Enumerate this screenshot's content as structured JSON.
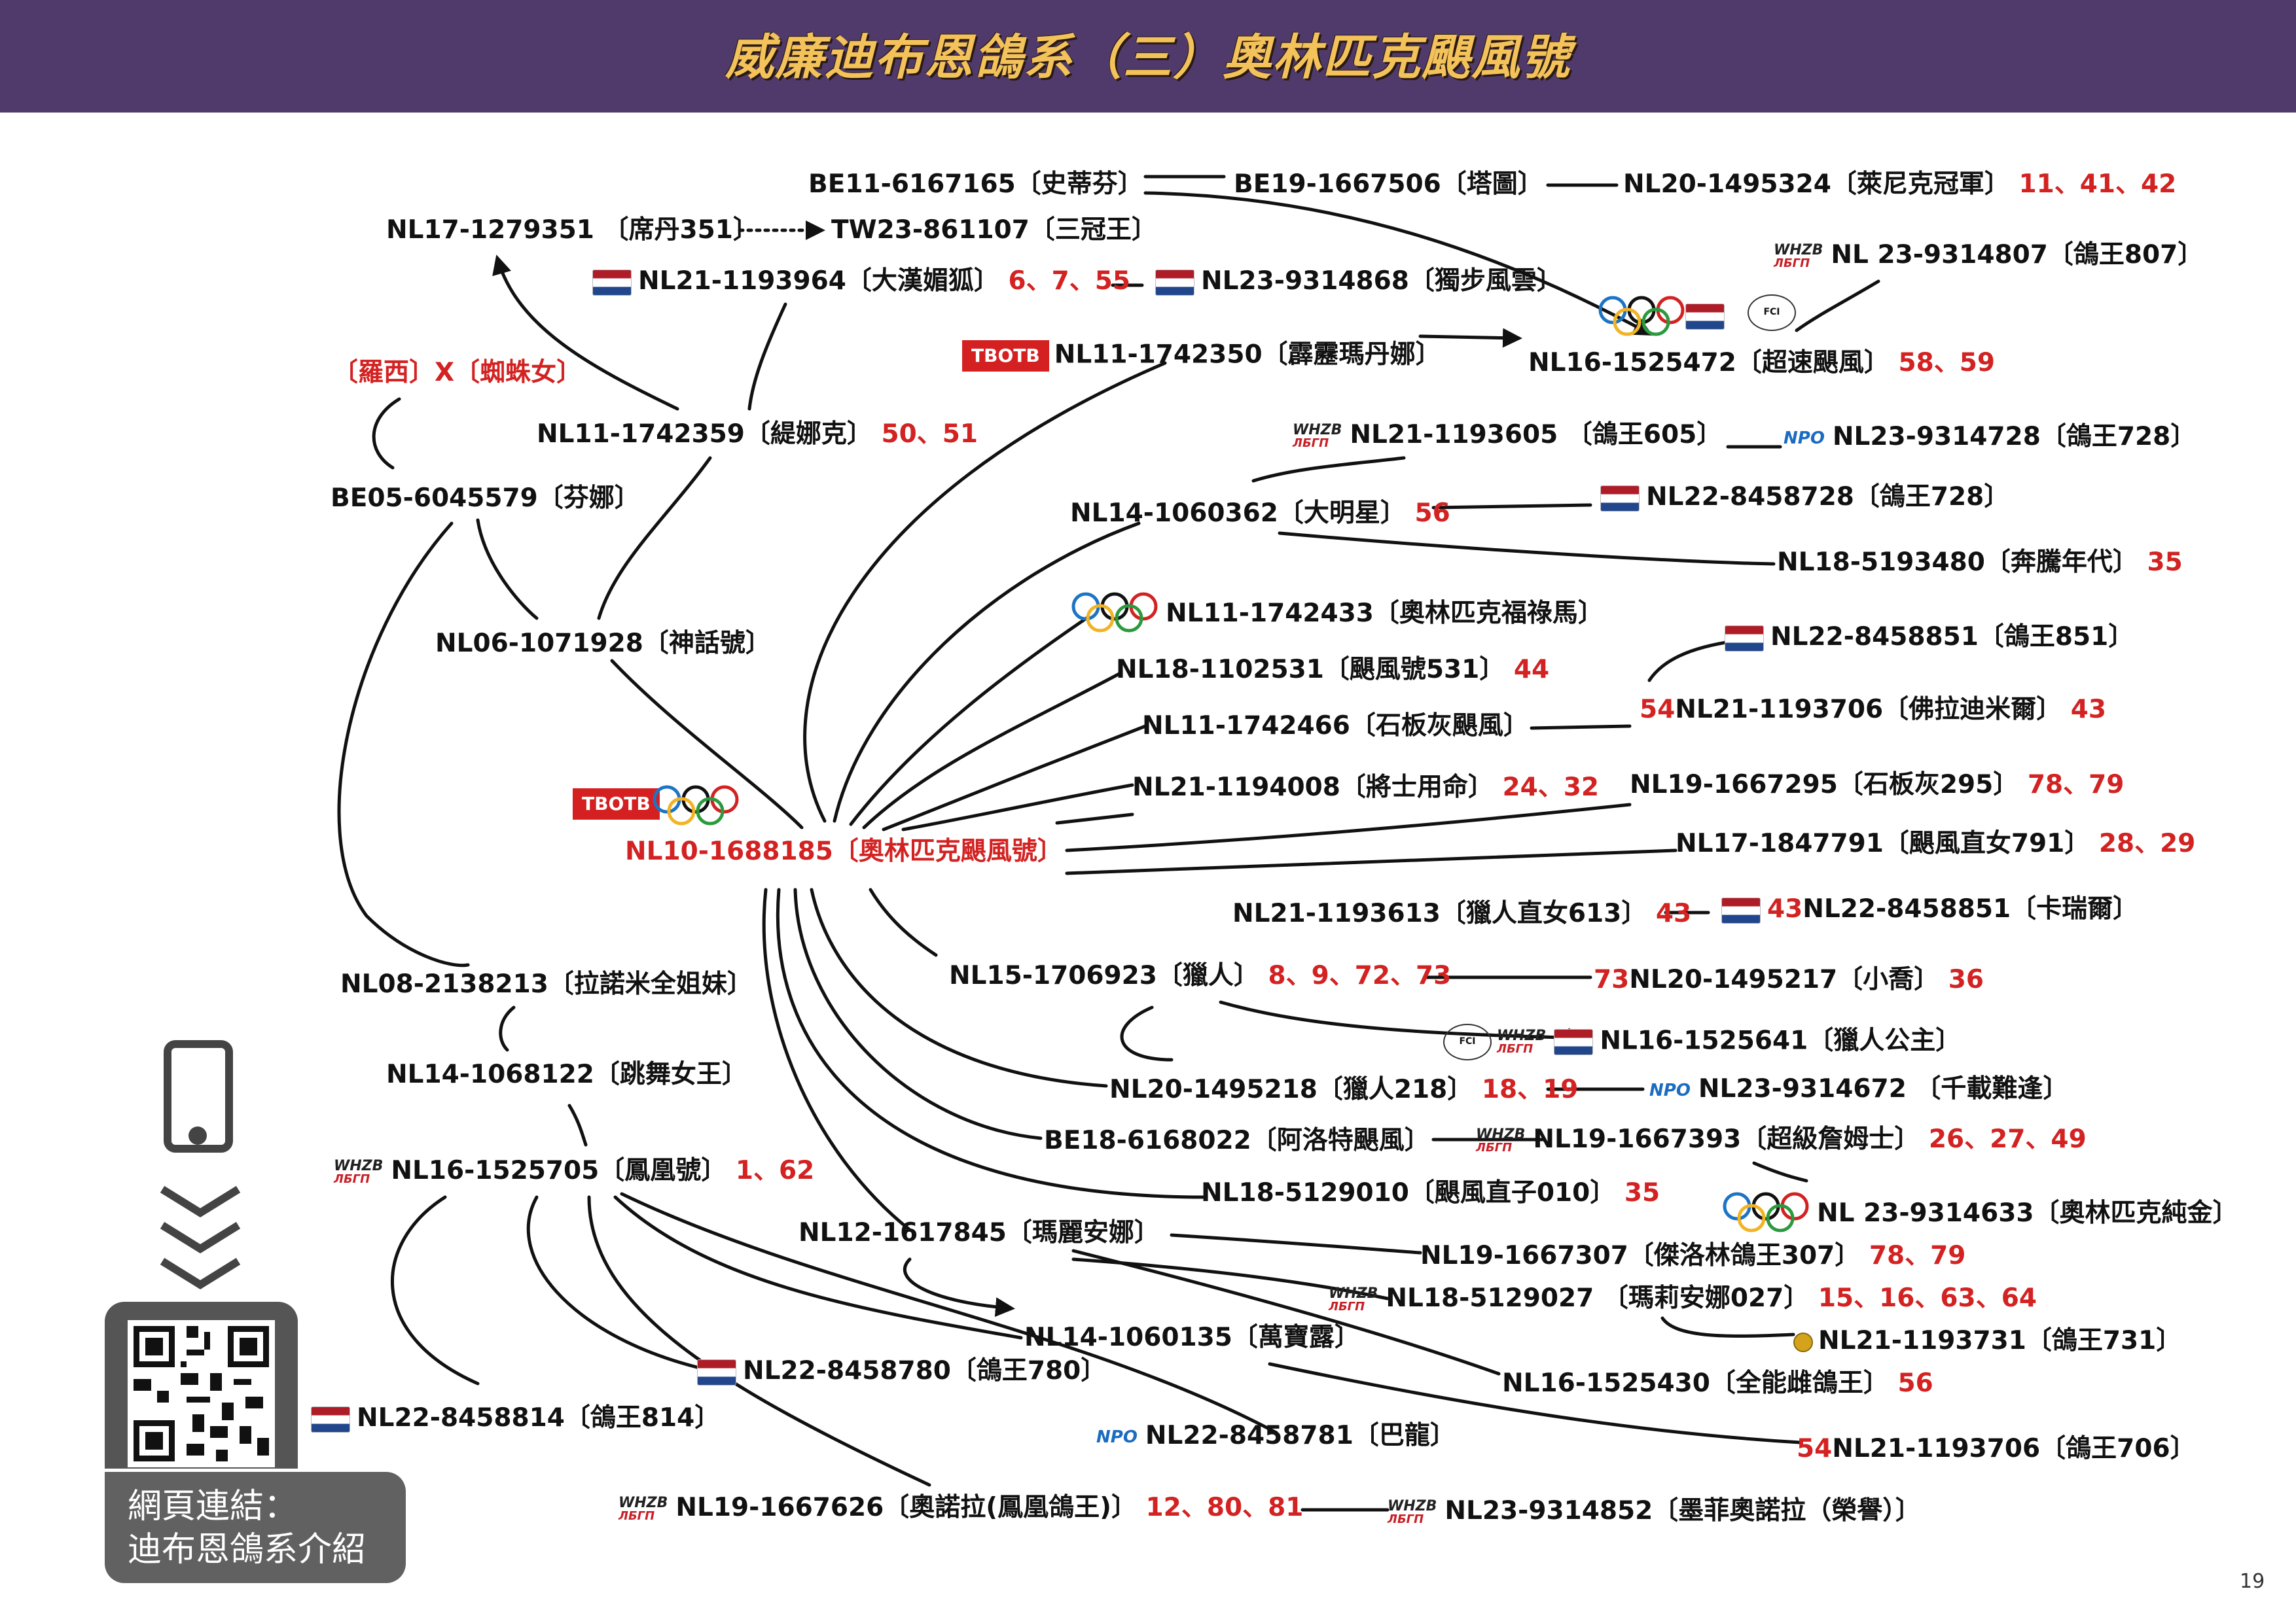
{
  "title": "威廉迪布恩鴿系（三）奧林匹克颶風號",
  "page_number": "19",
  "link_text_line1": "網頁連結：",
  "link_text_line2": "迪布恩鴿系介紹",
  "colors": {
    "header": "#4f3a6b",
    "title": "#f3c25a",
    "ring": "#d32222",
    "line": "#111111"
  },
  "badges": {
    "tbotb": "TBOTB",
    "npo": "NPO",
    "whzb_top": "WHZB",
    "whzb_bottom": "ЛБГП",
    "fci": "FCI"
  },
  "nodes": [
    {
      "id": "be11",
      "text": "BE11-6167165〔史蒂芬〕",
      "rings": ""
    },
    {
      "id": "be19",
      "text": "BE19-1667506〔塔圖〕",
      "rings": ""
    },
    {
      "id": "nl20a",
      "text": "NL20-1495324〔萊尼克冠軍〕",
      "rings": "11、41、42"
    },
    {
      "id": "nl17a",
      "text": "NL17-1279351 〔席丹351〕",
      "rings": ""
    },
    {
      "id": "tw23",
      "text": "TW23-861107〔三冠王〕",
      "rings": ""
    },
    {
      "id": "nl23a",
      "text": "NL  23-9314807〔鴿王807〕",
      "rings": ""
    },
    {
      "id": "nl21a",
      "text": "NL21-1193964〔大漢媚狐〕",
      "rings": "6、7、55"
    },
    {
      "id": "nl23b",
      "text": "NL23-9314868〔獨步風雲〕",
      "rings": ""
    },
    {
      "id": "nl11a",
      "text": "NL11-1742350〔霹靂瑪丹娜〕",
      "rings": ""
    },
    {
      "id": "nl16a",
      "text": "NL16-1525472〔超速颶風〕",
      "rings": "58、59"
    },
    {
      "id": "luoxi",
      "text": "〔羅西〕X〔蜘蛛女〕",
      "rings": ""
    },
    {
      "id": "nl11b",
      "text": "NL11-1742359〔緹娜克〕",
      "rings": "50、51"
    },
    {
      "id": "nl21b",
      "text": "NL21-1193605 〔鴿王605〕",
      "rings": ""
    },
    {
      "id": "nl23c",
      "text": "NL23-9314728〔鴿王728〕",
      "rings": ""
    },
    {
      "id": "be05",
      "text": "BE05-6045579〔芬娜〕",
      "rings": ""
    },
    {
      "id": "nl14a",
      "text": "NL14-1060362〔大明星〕",
      "rings": "56"
    },
    {
      "id": "nl22a",
      "text": "NL22-8458728〔鴿王728〕",
      "rings": ""
    },
    {
      "id": "nl18a",
      "text": "NL18-5193480〔奔騰年代〕",
      "rings": "35"
    },
    {
      "id": "nl11c",
      "text": "NL11-1742433〔奧林匹克福祿馬〕",
      "rings": ""
    },
    {
      "id": "nl06",
      "text": "NL06-1071928〔神話號〕",
      "rings": ""
    },
    {
      "id": "nl22b",
      "text": "NL22-8458851〔鴿王851〕",
      "rings": ""
    },
    {
      "id": "nl18b",
      "text": "NL18-1102531〔颶風號531〕",
      "rings": "44"
    },
    {
      "id": "nl21c",
      "text": "NL21-1193706〔佛拉迪米爾〕",
      "pre": "54",
      "rings": "43"
    },
    {
      "id": "nl11d",
      "text": "NL11-1742466〔石板灰颶風〕",
      "rings": ""
    },
    {
      "id": "nl21d",
      "text": "NL21-1194008〔將士用命〕",
      "rings": "24、32"
    },
    {
      "id": "nl19a",
      "text": "NL19-1667295〔石板灰295〕",
      "rings": "78、79"
    },
    {
      "id": "nl10",
      "text": "NL10-1688185〔奧林匹克颶風號〕",
      "rings": ""
    },
    {
      "id": "nl17b",
      "text": "NL17-1847791〔颶風直女791〕",
      "rings": "28、29"
    },
    {
      "id": "nl21e",
      "text": "NL21-1193613〔獵人直女613〕",
      "rings": "43"
    },
    {
      "id": "nl22c",
      "text": "NL22-8458851〔卡瑞爾〕",
      "pre": "43",
      "rings": ""
    },
    {
      "id": "nl08",
      "text": "NL08-2138213〔拉諾米全姐妹〕",
      "rings": ""
    },
    {
      "id": "nl15",
      "text": "NL15-1706923〔獵人〕",
      "rings": "8、9、72、73"
    },
    {
      "id": "nl20b",
      "text": "NL20-1495217〔小喬〕",
      "pre": "73",
      "rings": "36"
    },
    {
      "id": "nl16b",
      "text": "NL16-1525641〔獵人公主〕",
      "rings": ""
    },
    {
      "id": "nl14b",
      "text": "NL14-1068122〔跳舞女王〕",
      "rings": ""
    },
    {
      "id": "nl20c",
      "text": "NL20-1495218〔獵人218〕",
      "rings": "18、19"
    },
    {
      "id": "nl23d",
      "text": "NL23-9314672 〔千載難逢〕",
      "rings": ""
    },
    {
      "id": "be18",
      "text": "BE18-6168022〔阿洛特颶風〕",
      "rings": ""
    },
    {
      "id": "nl19b",
      "text": "NL19-1667393〔超級詹姆士〕",
      "rings": "26、27、49"
    },
    {
      "id": "nl16c",
      "text": "NL16-1525705〔鳳凰號〕",
      "rings": "1、62"
    },
    {
      "id": "nl18c",
      "text": "NL18-5129010〔颶風直子010〕",
      "rings": "35"
    },
    {
      "id": "nl23e",
      "text": "NL  23-9314633〔奧林匹克純金〕",
      "rings": ""
    },
    {
      "id": "nl12",
      "text": "NL12-1617845〔瑪麗安娜〕",
      "rings": ""
    },
    {
      "id": "nl19c",
      "text": "NL19-1667307〔傑洛林鴿王307〕",
      "rings": "78、79"
    },
    {
      "id": "nl18d",
      "text": "NL18-5129027 〔瑪莉安娜027〕",
      "rings": "15、16、63、64"
    },
    {
      "id": "nl14c",
      "text": "NL14-1060135〔萬寶露〕",
      "rings": ""
    },
    {
      "id": "nl21f",
      "text": "NL21-1193731〔鴿王731〕",
      "rings": ""
    },
    {
      "id": "nl22d",
      "text": "NL22-8458780〔鴿王780〕",
      "rings": ""
    },
    {
      "id": "nl16d",
      "text": "NL16-1525430〔全能雌鴿王〕",
      "rings": "56"
    },
    {
      "id": "nl22e",
      "text": "NL22-8458814〔鴿王814〕",
      "rings": ""
    },
    {
      "id": "nl22f",
      "text": "NL22-8458781〔巴龍〕",
      "rings": ""
    },
    {
      "id": "nl21g",
      "text": "NL21-1193706〔鴿王706〕",
      "pre": "54",
      "rings": ""
    },
    {
      "id": "nl19d",
      "text": "NL19-1667626〔奧諾拉(鳳凰鴿王)〕",
      "rings": "12、80、81"
    },
    {
      "id": "nl23f",
      "text": "NL23-9314852〔墨菲奧諾拉（榮譽）〕",
      "rings": ""
    }
  ]
}
